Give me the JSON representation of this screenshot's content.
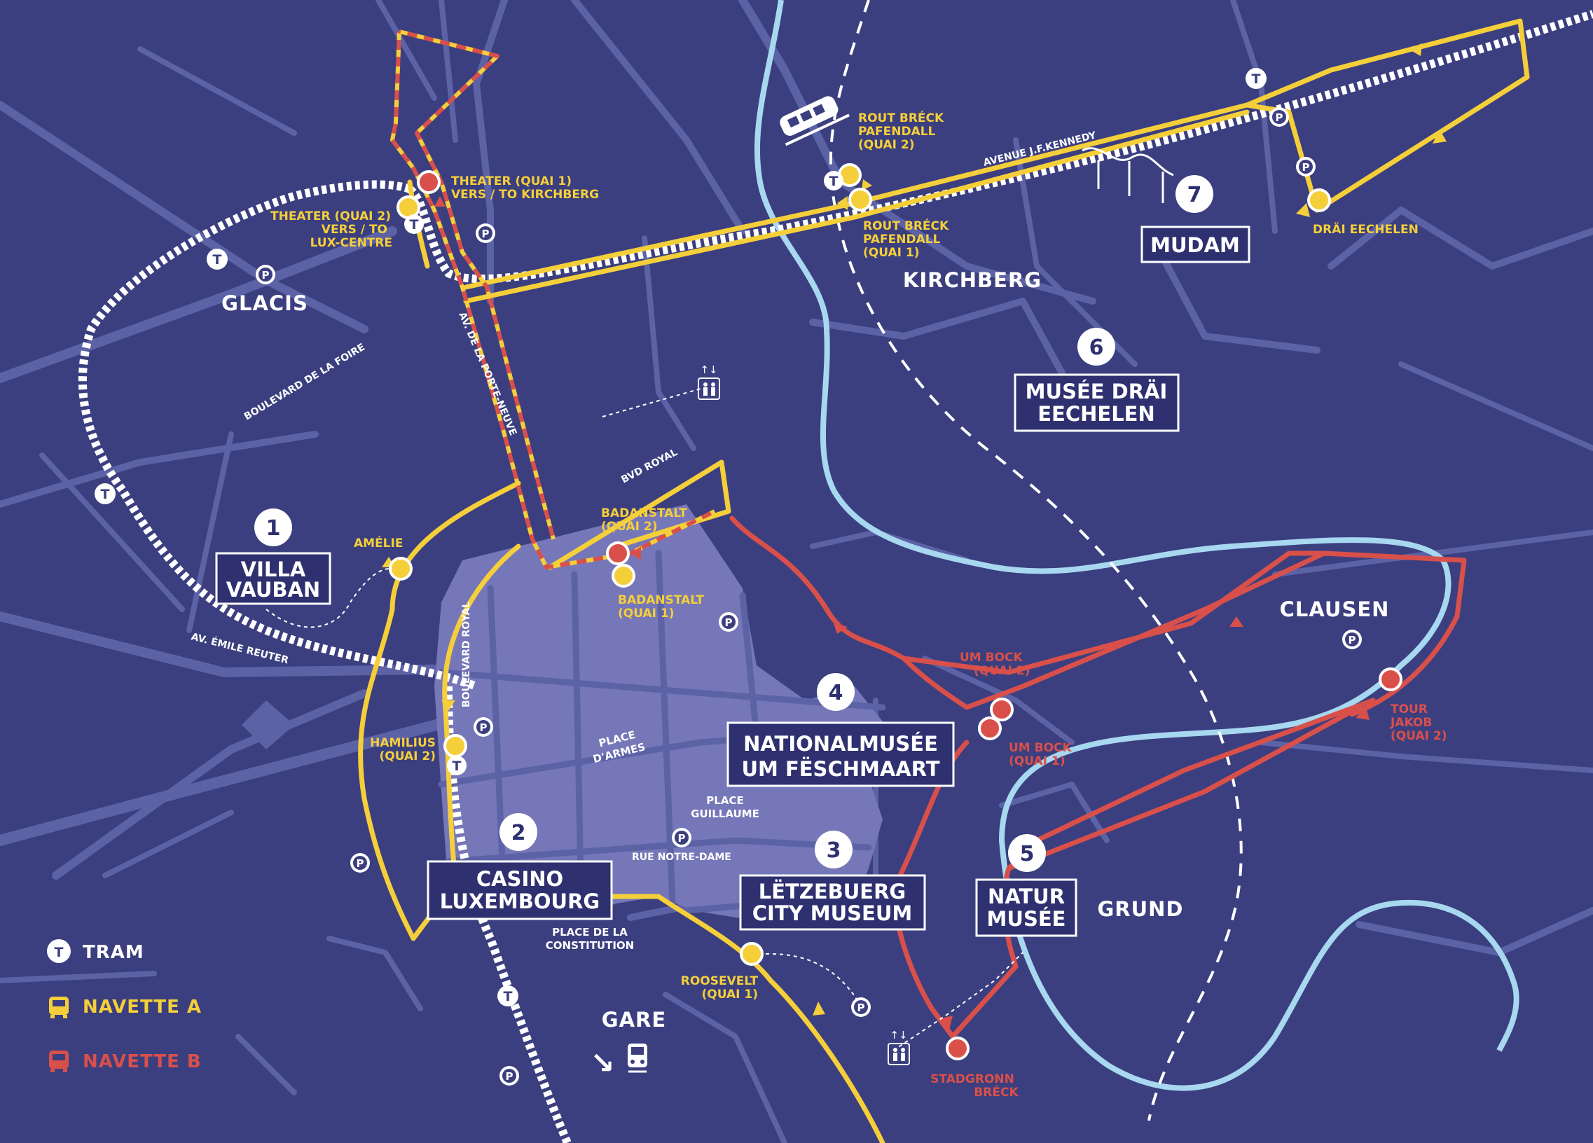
{
  "colors": {
    "background": "#3b3f7f",
    "roads": "#5c62a6",
    "old_town": "#7677b8",
    "river": "#a8d8f0",
    "navette_a": "#f5cf3a",
    "navette_b": "#d9504a",
    "label_dark": "#2e3070"
  },
  "districts": {
    "glacis": "GLACIS",
    "kirchberg": "KIRCHBERG",
    "clausen": "CLAUSEN",
    "grund": "GRUND",
    "gare": "GARE"
  },
  "streets": {
    "boulevard_foire": "BOULEVARD DE LA FOIRE",
    "porte_neuve": "AV. DE LA PORTE-NEUVE",
    "bvd_royal": "BVD ROYAL",
    "emile_reuter": "AV. ÉMILE REUTER",
    "boulevard_royal": "BOULEVARD ROYAL",
    "jfk": "AVENUE J.F.KENNEDY",
    "rue_notre_dame": "RUE NOTRE-DAME"
  },
  "places": {
    "place_armes_1": "PLACE",
    "place_armes_2": "D'ARMES",
    "place_guillaume_1": "PLACE",
    "place_guillaume_2": "GUILLAUME",
    "constitution_1": "PLACE DE LA",
    "constitution_2": "CONSTITUTION"
  },
  "stops": {
    "theater_q1_1": "THEATER (QUAI 1)",
    "theater_q1_2": "VERS / TO KIRCHBERG",
    "theater_q2_1": "THEATER (QUAI 2)",
    "theater_q2_2": "VERS / TO",
    "theater_q2_3": "LUX-CENTRE",
    "rout_q2_1": "ROUT BRÉCK",
    "rout_q2_2": "PAFENDALL",
    "rout_q2_3": "(QUAI 2)",
    "rout_q1_1": "ROUT BRÉCK",
    "rout_q1_2": "PAFENDALL",
    "rout_q1_3": "(QUAI 1)",
    "drai_eechelen": "DRÄI EECHELEN",
    "amelie": "AMÉLIE",
    "badanstalt_q2_1": "BADANSTALT",
    "badanstalt_q2_2": "(QUAI 2)",
    "badanstalt_q1_1": "BADANSTALT",
    "badanstalt_q1_2": "(QUAI 1)",
    "hamilius_1": "HAMILIUS",
    "hamilius_2": "(QUAI 2)",
    "um_bock_q2_1": "UM BOCK",
    "um_bock_q2_2": "(QUAI 2)",
    "um_bock_q1_1": "UM BOCK",
    "um_bock_q1_2": "(QUAI 1)",
    "tour_jakob_1": "TOUR",
    "tour_jakob_2": "JAKOB",
    "tour_jakob_3": "(QUAI 2)",
    "roosevelt_1": "ROOSEVELT",
    "roosevelt_2": "(QUAI 1)",
    "stadgronn_1": "STADGRONN",
    "stadgronn_2": "BRÉCK"
  },
  "museums": [
    {
      "number": "1",
      "line1": "VILLA",
      "line2": "VAUBAN"
    },
    {
      "number": "2",
      "line1": "CASINO",
      "line2": "LUXEMBOURG"
    },
    {
      "number": "3",
      "line1": "LËTZEBUERG",
      "line2": "CITY MUSEUM"
    },
    {
      "number": "4",
      "line1": "NATIONALMUSÉE",
      "line2": "UM FËSCHMAART"
    },
    {
      "number": "5",
      "line1": "NATUR",
      "line2": "MUSÉE"
    },
    {
      "number": "6",
      "line1": "MUSÉE DRÄI",
      "line2": "EECHELEN"
    },
    {
      "number": "7",
      "line1": "MUDAM",
      "line2": ""
    }
  ],
  "symbols": {
    "tram": "T",
    "parking": "P",
    "elevator_arrows": "↑↓",
    "gare_arrow": "↘"
  },
  "legend": {
    "tram": "TRAM",
    "navette_a": "NAVETTE A",
    "navette_b": "NAVETTE B"
  }
}
